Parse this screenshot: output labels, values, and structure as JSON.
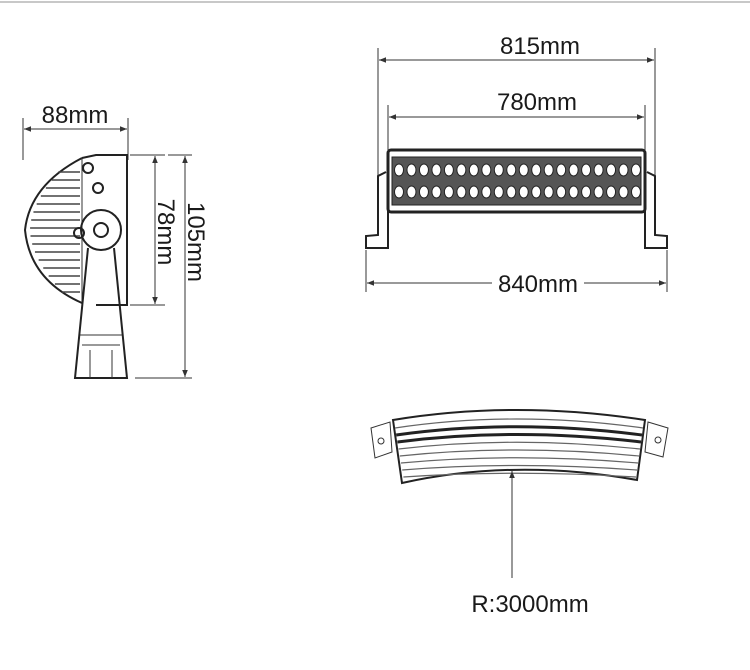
{
  "side_view": {
    "width_label": "88mm",
    "lens_height_label": "78mm",
    "total_height_label": "105mm"
  },
  "front_view": {
    "outer_width_label": "815mm",
    "inner_width_label": "780mm",
    "bracket_width_label": "840mm",
    "led_rows": 2,
    "leds_per_row": 20
  },
  "top_view": {
    "radius_label": "R:3000mm"
  },
  "colors": {
    "line": "#333333",
    "text": "#1a1a1a",
    "border": "#c8c8c8"
  }
}
